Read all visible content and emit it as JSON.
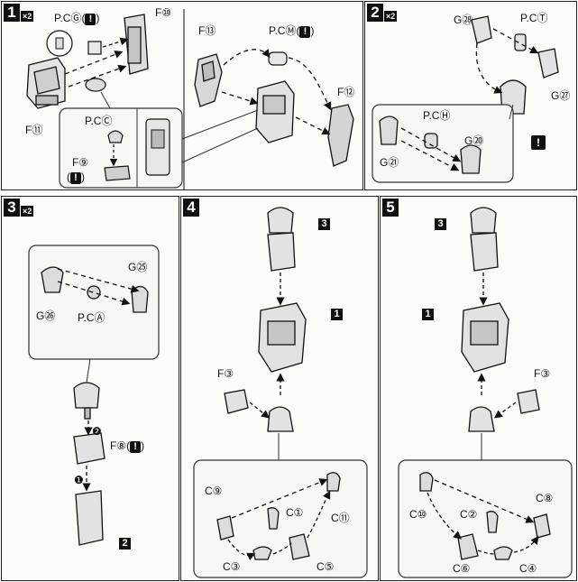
{
  "steps": [
    {
      "number": "1",
      "multiplier": "×2"
    },
    {
      "number": "2",
      "multiplier": "×2"
    },
    {
      "number": "3",
      "multiplier": "×2"
    },
    {
      "number": "4",
      "multiplier": ""
    },
    {
      "number": "5",
      "multiplier": ""
    }
  ],
  "warning_mark": "!",
  "step1": {
    "pcg": "P.CⒼ(",
    "pcg_close": ")",
    "f10": "F⑩",
    "f11": "F⑪",
    "f13": "F⑬",
    "f12": "F⑫",
    "pcm": "P.CⓂ(",
    "pcm_close": ")",
    "pcc": "P.CⒸ",
    "f9": "F⑨",
    "f9_open": "(",
    "f9_close": ")"
  },
  "step2": {
    "g28": "G㉘",
    "pct": "P.CⓉ",
    "g27": "G㉗",
    "pch": "P.CⒽ",
    "g20": "G⑳",
    "g21": "G㉑"
  },
  "step3": {
    "g25": "G㉕",
    "g26": "G㉖",
    "pca": "P.CⒶ",
    "f8": "F⑧(",
    "f8_close": ")",
    "seq1": "❶",
    "seq2": "❷",
    "ref2": "2"
  },
  "step4": {
    "ref3": "3",
    "ref1": "1",
    "f3": "F③",
    "c9": "C⑨",
    "c1": "C①",
    "c11": "C⑪",
    "c3": "C③",
    "c5": "C⑤"
  },
  "step5": {
    "ref3": "3",
    "ref1": "1",
    "f3": "F③",
    "c8": "C⑧",
    "c10": "C⑩",
    "c2": "C②",
    "c6": "C⑥",
    "c4": "C④"
  }
}
